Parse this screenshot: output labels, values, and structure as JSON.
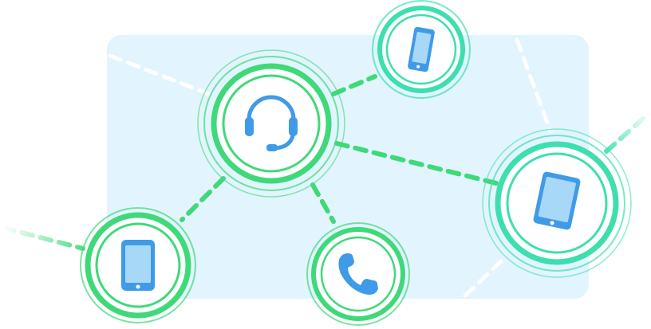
{
  "colors": {
    "panel": "#e2f4fd",
    "ring_green": "#3fd97a",
    "ring_teal": "#3ddfae",
    "link_green": "#40d97c",
    "link_white": "#ffffff",
    "link_faint": "#c7f7df",
    "icon_blue": "#3f9be8",
    "icon_blue_light": "#a8d8f7"
  },
  "nodes": [
    {
      "name": "headset-node",
      "icon": "headset-icon"
    },
    {
      "name": "top-phone-node",
      "icon": "smartphone-icon"
    },
    {
      "name": "left-phone-node",
      "icon": "smartphone-icon"
    },
    {
      "name": "call-node",
      "icon": "phone-handset-icon"
    },
    {
      "name": "tablet-node",
      "icon": "tablet-icon"
    }
  ]
}
